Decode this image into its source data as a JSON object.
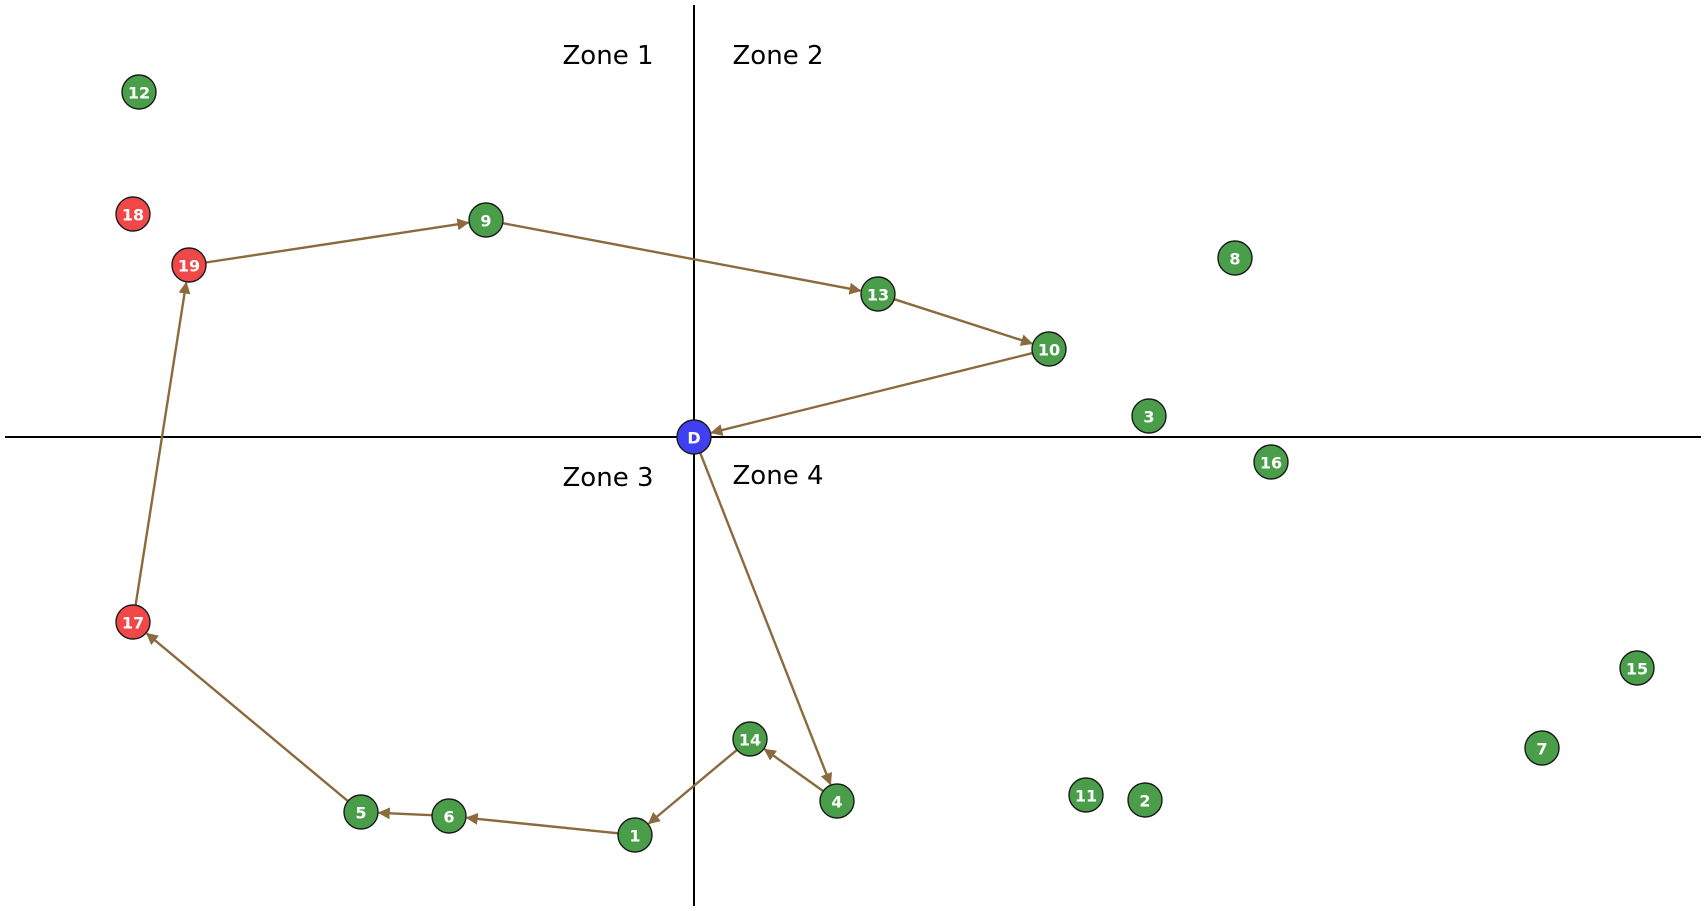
{
  "zones": [
    {
      "id": "zone-1",
      "label": "Zone 1"
    },
    {
      "id": "zone-2",
      "label": "Zone 2"
    },
    {
      "id": "zone-3",
      "label": "Zone 3"
    },
    {
      "id": "zone-4",
      "label": "Zone 4"
    }
  ],
  "colors": {
    "customer": "#4a9e4a",
    "priority": "#f04848",
    "depot": "#4040f0",
    "route": "#8b6a3e",
    "axis": "#000000"
  },
  "depot": {
    "label": "D",
    "type": "depot"
  },
  "nodes": [
    {
      "label": "1",
      "type": "customer"
    },
    {
      "label": "2",
      "type": "customer"
    },
    {
      "label": "3",
      "type": "customer"
    },
    {
      "label": "4",
      "type": "customer"
    },
    {
      "label": "5",
      "type": "customer"
    },
    {
      "label": "6",
      "type": "customer"
    },
    {
      "label": "7",
      "type": "customer"
    },
    {
      "label": "8",
      "type": "customer"
    },
    {
      "label": "9",
      "type": "customer"
    },
    {
      "label": "10",
      "type": "customer"
    },
    {
      "label": "11",
      "type": "customer"
    },
    {
      "label": "12",
      "type": "customer"
    },
    {
      "label": "13",
      "type": "customer"
    },
    {
      "label": "14",
      "type": "customer"
    },
    {
      "label": "15",
      "type": "customer"
    },
    {
      "label": "16",
      "type": "customer"
    },
    {
      "label": "17",
      "type": "priority"
    },
    {
      "label": "18",
      "type": "priority"
    },
    {
      "label": "19",
      "type": "priority"
    }
  ],
  "route": [
    "D",
    "4",
    "14",
    "1",
    "6",
    "5",
    "17",
    "19",
    "9",
    "13",
    "10",
    "D"
  ]
}
